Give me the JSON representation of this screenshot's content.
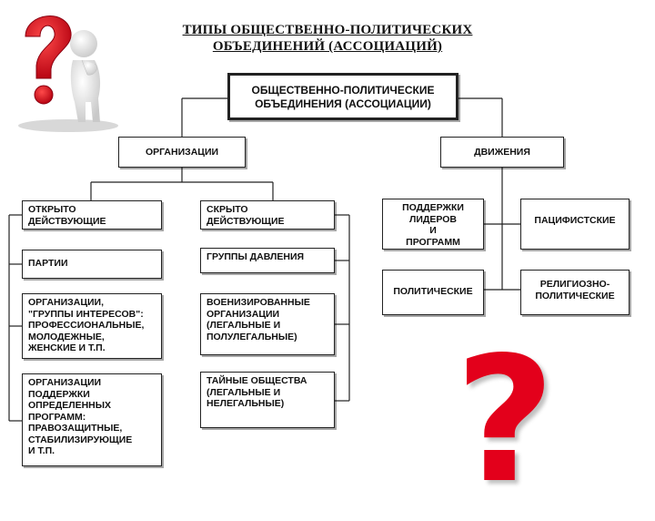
{
  "title": "ТИПЫ ОБЩЕСТВЕННО-ПОЛИТИЧЕСКИХ\nОБЪЕДИНЕНИЙ (АССОЦИАЦИЙ)",
  "root": "ОБЩЕСТВЕННО-ПОЛИТИЧЕСКИЕ\nОБЪЕДИНЕНИЯ (АССОЦИАЦИИ)",
  "branches": {
    "organizations": "ОРГАНИЗАЦИИ",
    "movements": "ДВИЖЕНИЯ"
  },
  "open": {
    "header": "ОТКРЫТО\nДЕЙСТВУЮЩИЕ",
    "items": [
      "ПАРТИИ",
      "ОРГАНИЗАЦИИ,\n\"ГРУППЫ ИНТЕРЕСОВ\":\nПРОФЕССИОНАЛЬНЫЕ,\nМОЛОДЕЖНЫЕ,\nЖЕНСКИЕ И Т.П.",
      "ОРГАНИЗАЦИИ\nПОДДЕРЖКИ\nОПРЕДЕЛЕННЫХ\nПРОГРАММ:\nПРАВОЗАЩИТНЫЕ,\nСТАБИЛИЗИРУЮЩИЕ\nИ Т.П."
    ]
  },
  "hidden": {
    "header": "СКРЫТО\nДЕЙСТВУЮЩИЕ",
    "items": [
      "ГРУППЫ ДАВЛЕНИЯ",
      "ВОЕНИЗИРОВАННЫЕ\nОРГАНИЗАЦИИ\n(ЛЕГАЛЬНЫЕ И\nПОЛУЛЕГАЛЬНЫЕ)",
      "ТАЙНЫЕ ОБЩЕСТВА\n(ЛЕГАЛЬНЫЕ И\nНЕЛЕГАЛЬНЫЕ)"
    ]
  },
  "movement_types": [
    "ПОДДЕРЖКИ\nЛИДЕРОВ\nИ\nПРОГРАММ",
    "ПАЦИФИСТСКИЕ",
    "ПОЛИТИЧЕСКИЕ",
    "РЕЛИГИОЗНО-\nПОЛИТИЧЕСКИЕ"
  ],
  "decorations": {
    "thinker_icon": "person-with-question-mark-icon",
    "question_mark": "?",
    "question_color": "#e3001b"
  }
}
